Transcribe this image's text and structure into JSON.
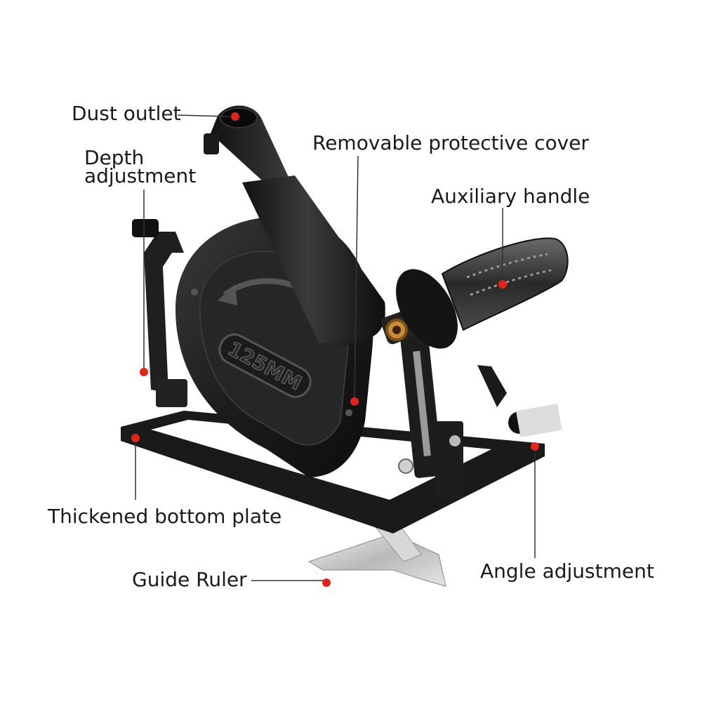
{
  "labels": {
    "dust_outlet": "Dust outlet",
    "depth_line1": "Depth",
    "depth_line2": "adjustment",
    "protective_cover": "Removable protective cover",
    "auxiliary_handle": "Auxiliary handle",
    "bottom_plate": "Thickened bottom plate",
    "guide_ruler": "Guide Ruler",
    "angle_adjustment": "Angle adjustment"
  },
  "guard_marking": "125MM",
  "colors": {
    "marker": "#e3241b",
    "line": "#333333",
    "body": "#1c1c1c",
    "metal": "#c8c8c8",
    "brass": "#c98a3a"
  }
}
